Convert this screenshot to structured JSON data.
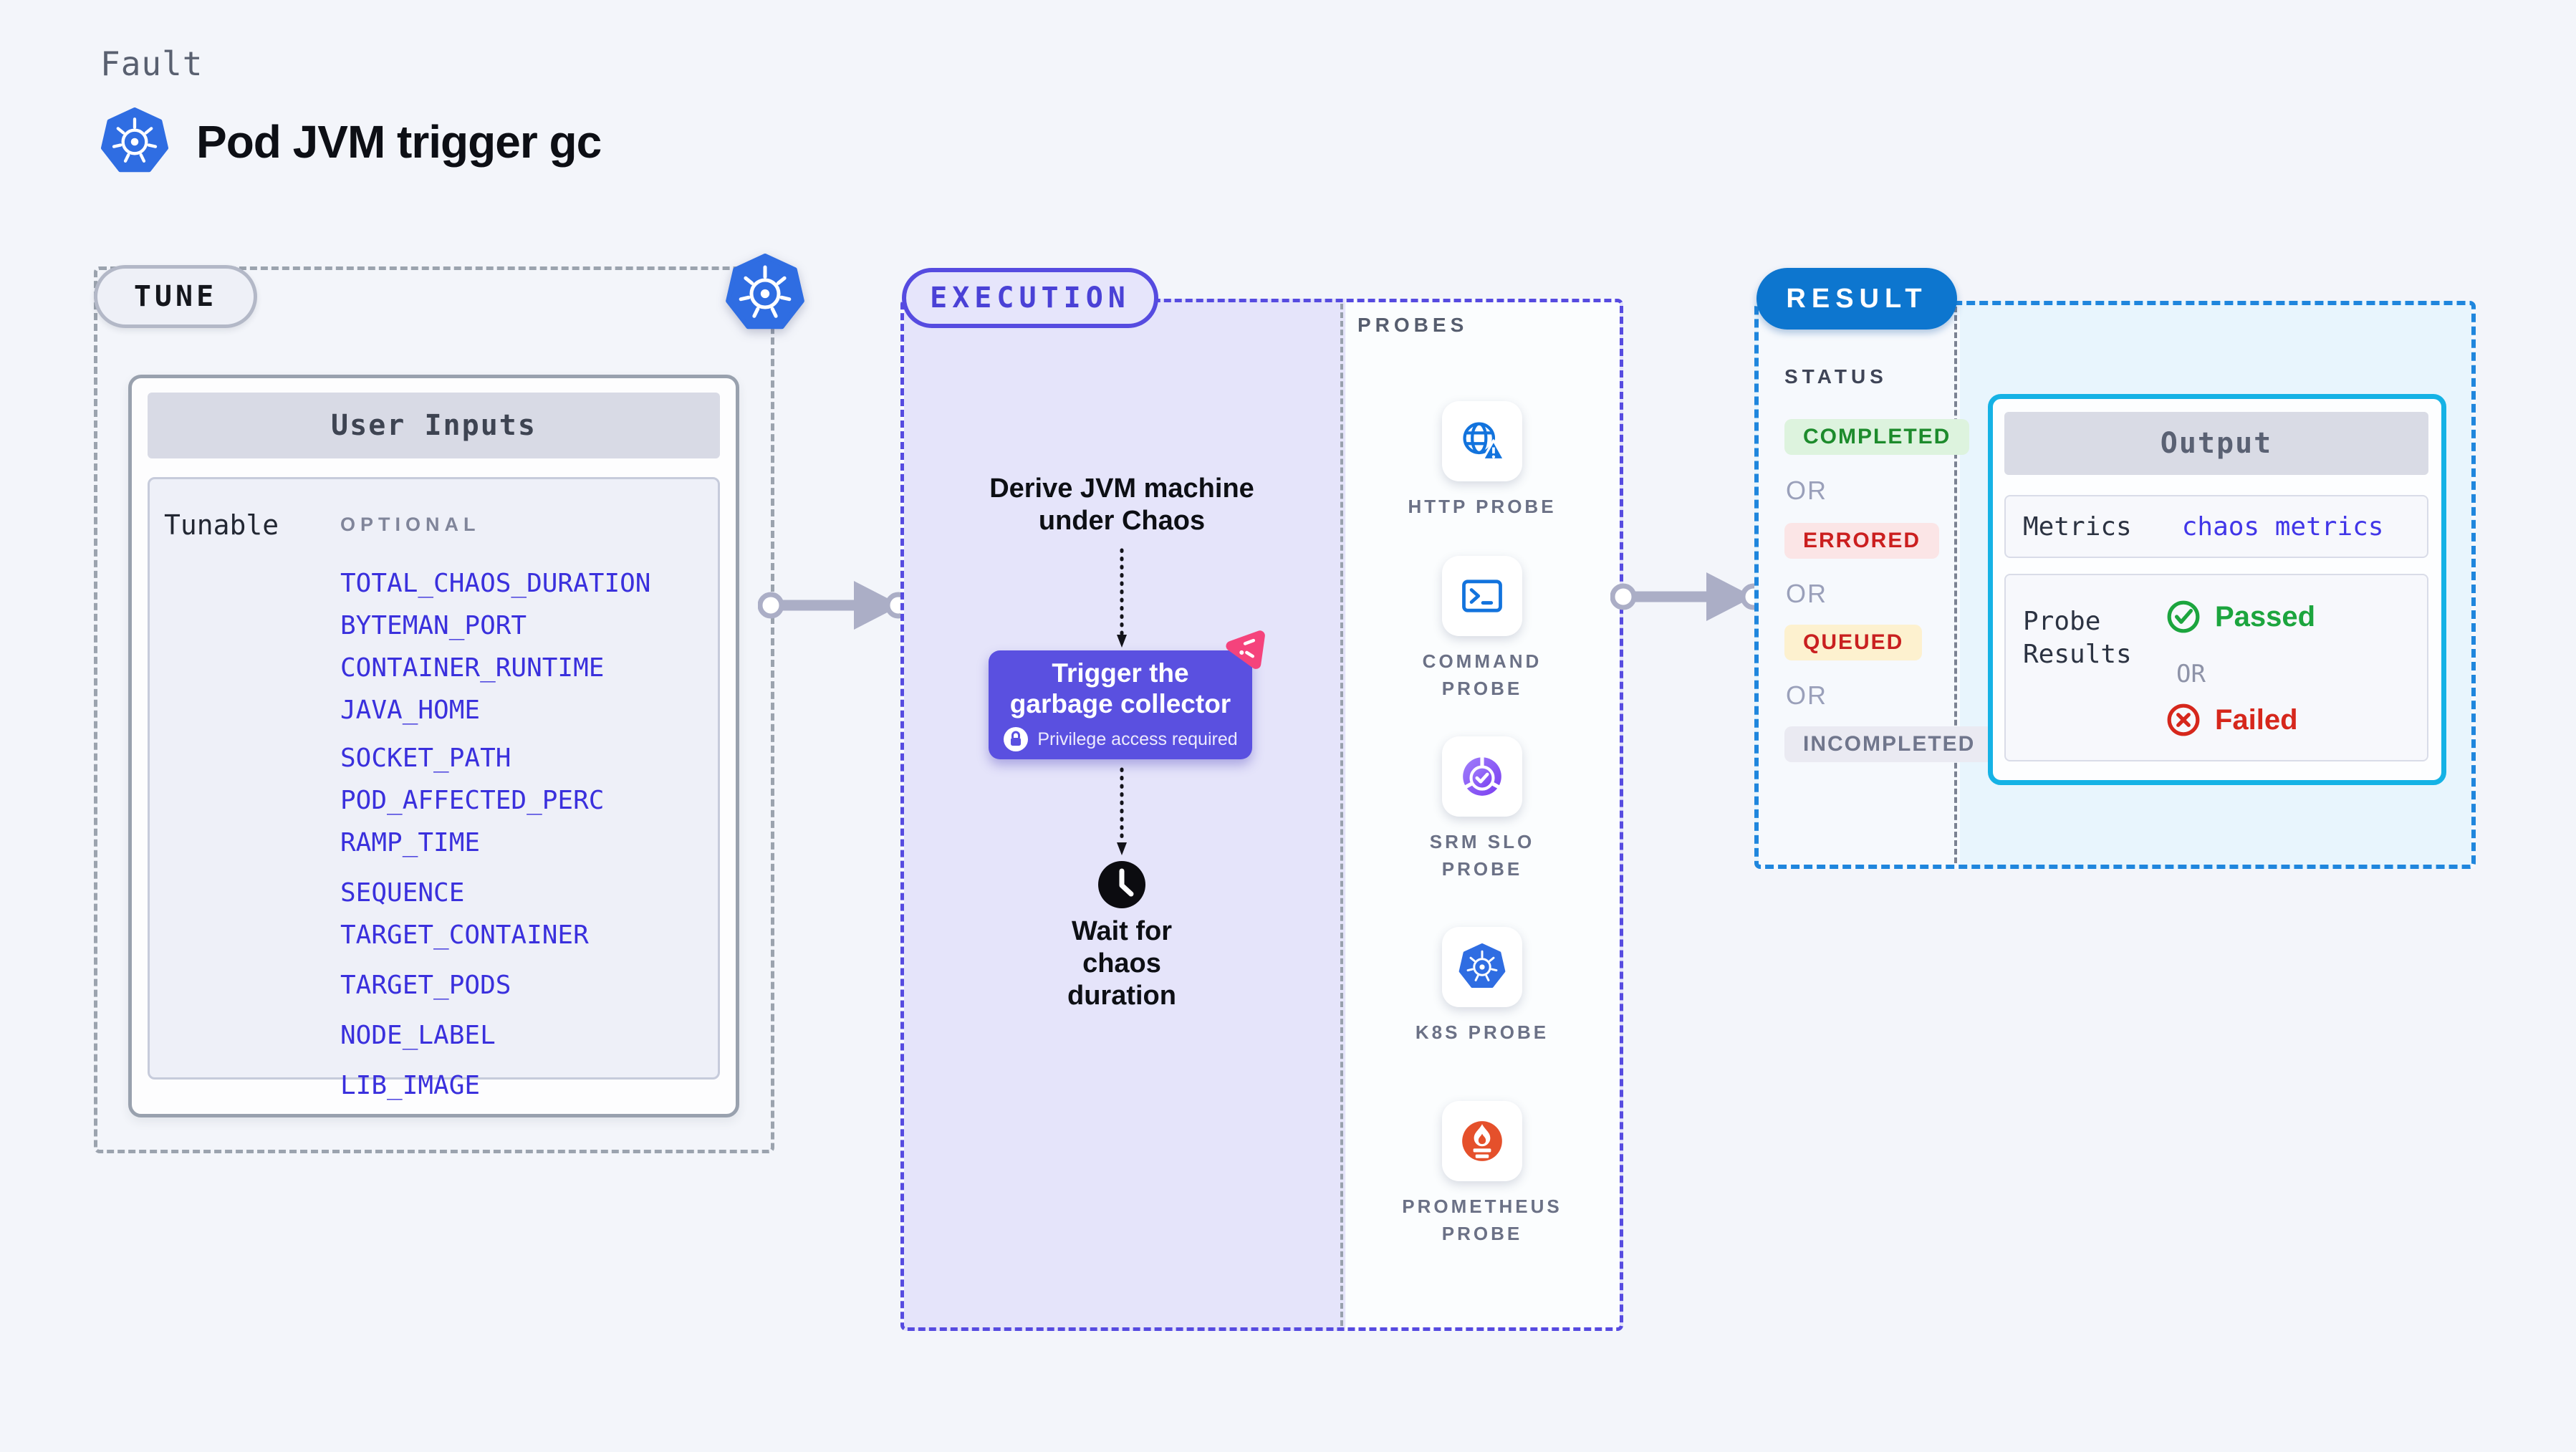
{
  "header": {
    "category": "Fault",
    "title": "Pod JVM trigger gc"
  },
  "tune": {
    "label": "TUNE",
    "panel_title": "User Inputs",
    "row_label": "Tunable",
    "group_label": "OPTIONAL",
    "inputs": [
      "TOTAL_CHAOS_DURATION",
      "BYTEMAN_PORT",
      "CONTAINER_RUNTIME",
      "JAVA_HOME",
      "SOCKET_PATH",
      "POD_AFFECTED_PERC",
      "RAMP_TIME",
      "SEQUENCE",
      "TARGET_CONTAINER",
      "TARGET_PODS",
      "NODE_LABEL",
      "LIB_IMAGE"
    ]
  },
  "execution": {
    "label": "EXECUTION",
    "derive_text": "Derive JVM machine under Chaos",
    "action_title": "Trigger the garbage collector",
    "action_note": "Privilege access required",
    "wait_text": "Wait for chaos duration"
  },
  "probes": {
    "label": "PROBES",
    "items": [
      {
        "name": "HTTP PROBE",
        "icon": "globe-alert-icon"
      },
      {
        "name": "COMMAND PROBE",
        "icon": "terminal-icon"
      },
      {
        "name": "SRM SLO PROBE",
        "icon": "slo-donut-check-icon"
      },
      {
        "name": "K8S PROBE",
        "icon": "kubernetes-icon"
      },
      {
        "name": "PROMETHEUS PROBE",
        "icon": "prometheus-flame-icon"
      }
    ]
  },
  "result": {
    "label": "RESULT",
    "status_label": "STATUS",
    "or_label": "OR",
    "statuses": [
      {
        "label": "COMPLETED",
        "text_color": "#1d8b2c",
        "bg_color": "#ddf3de"
      },
      {
        "label": "ERRORED",
        "text_color": "#cb1f1f",
        "bg_color": "#fbe5e6"
      },
      {
        "label": "QUEUED",
        "text_color": "#c92020",
        "bg_color": "#fdf1cf"
      },
      {
        "label": "INCOMPLETED",
        "text_color": "#70768c",
        "bg_color": "#eaeaf2"
      }
    ],
    "output": {
      "title": "Output",
      "metrics_label": "Metrics",
      "metrics_value": "chaos metrics",
      "probe_results_label": "Probe Results",
      "passed_label": "Passed",
      "or_label": "OR",
      "failed_label": "Failed"
    }
  },
  "colors": {
    "accent_indigo": "#5a50e0",
    "accent_blue": "#0d76cf",
    "accent_cyan": "#15b2e5",
    "link_blue": "#3a30dd",
    "passed_green": "#1ca53e",
    "failed_red": "#d6271c",
    "prometheus_orange": "#e5502b",
    "kubernetes_blue": "#2f6de2",
    "pink_badge": "#f5437c"
  }
}
